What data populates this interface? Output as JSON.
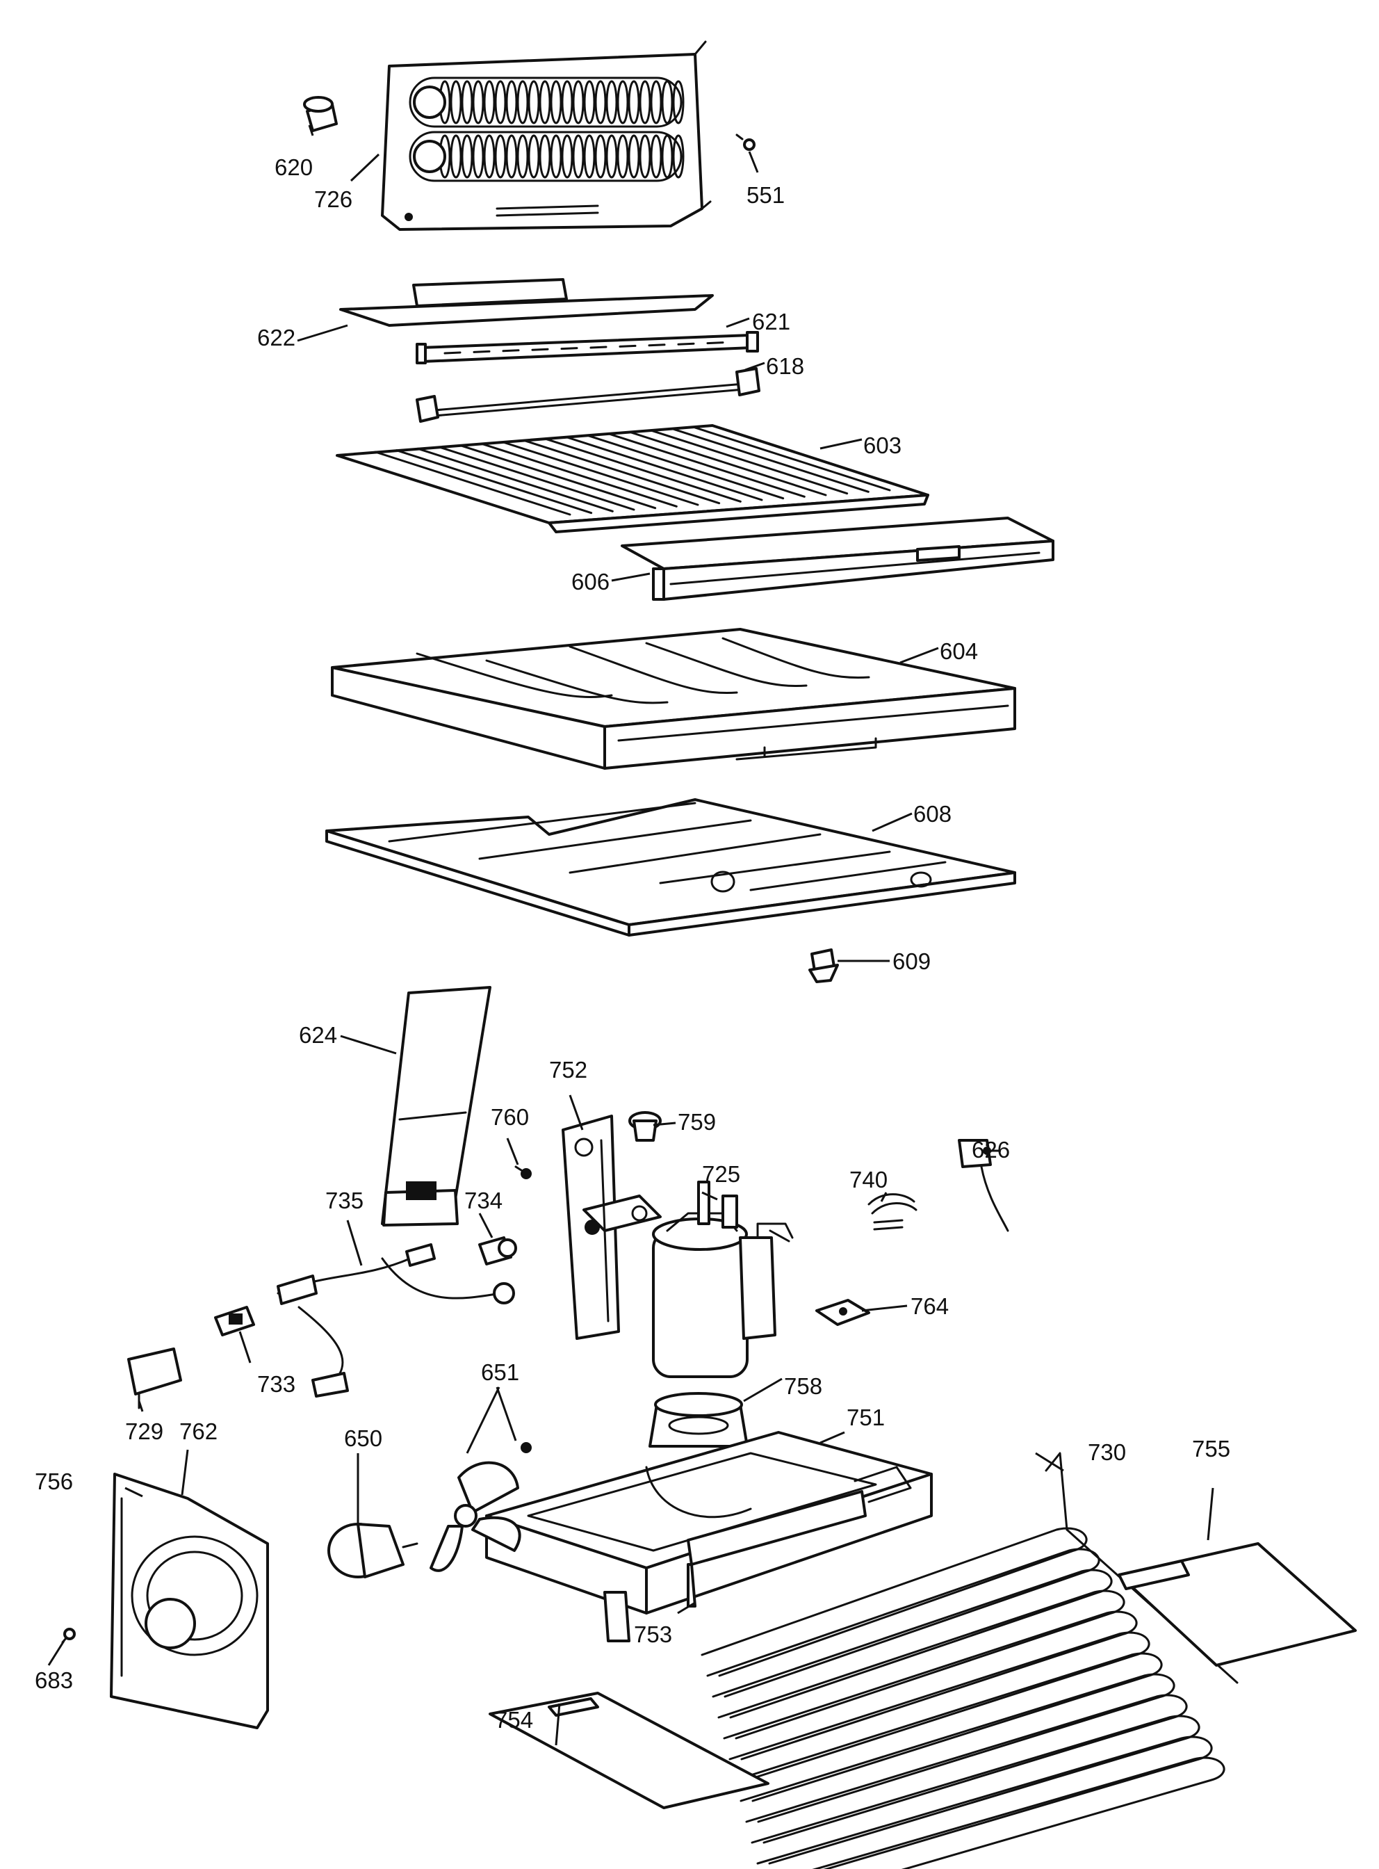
{
  "labels": {
    "p551": "551",
    "p603": "603",
    "p604": "604",
    "p606": "606",
    "p608": "608",
    "p609": "609",
    "p618": "618",
    "p620": "620",
    "p621": "621",
    "p622": "622",
    "p624": "624",
    "p626": "626",
    "p650": "650",
    "p651": "651",
    "p683": "683",
    "p725": "725",
    "p726": "726",
    "p729": "729",
    "p730": "730",
    "p733": "733",
    "p734": "734",
    "p735": "735",
    "p740": "740",
    "p751": "751",
    "p752": "752",
    "p753": "753",
    "p754": "754",
    "p755": "755",
    "p756": "756",
    "p758": "758",
    "p759": "759",
    "p760": "760",
    "p762": "762",
    "p764": "764"
  }
}
